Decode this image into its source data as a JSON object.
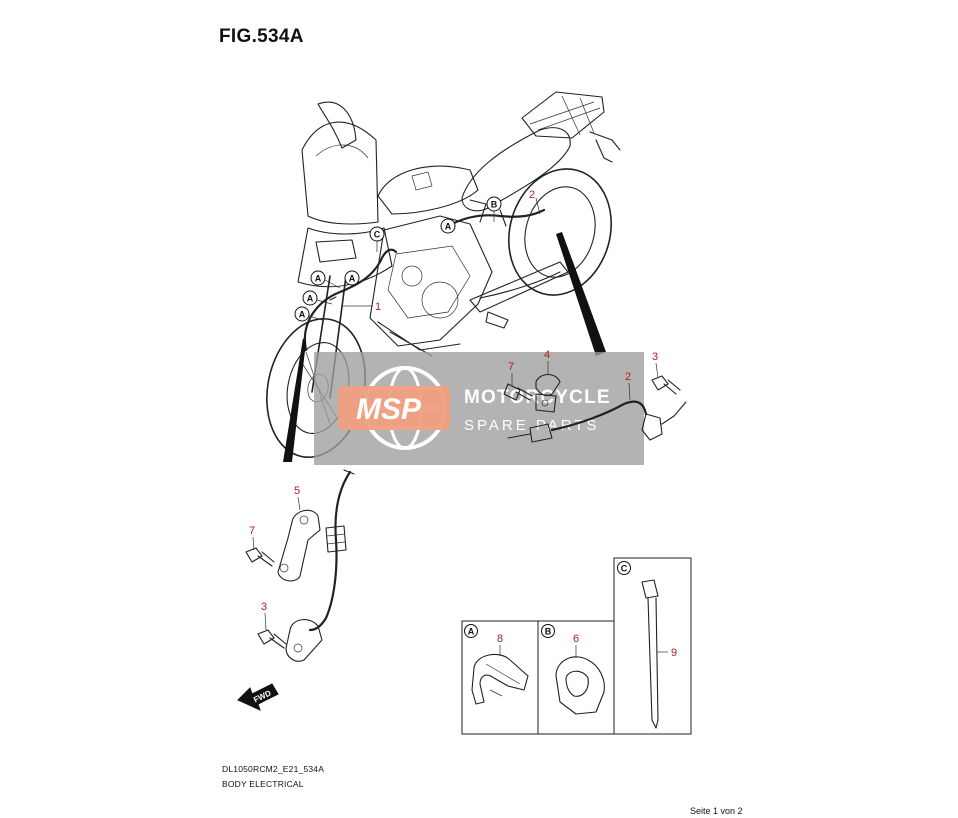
{
  "figure": {
    "title": "FIG.534A",
    "model_code": "DL1050RCM2_E21_534A",
    "section_name": "BODY ELECTRICAL",
    "page_note": "Seite 1 von 2"
  },
  "watermark": {
    "logo_text": "MSP",
    "brand_line": "MOTORCYCLE",
    "sub_line": "SPARE PARTS"
  },
  "callouts": {
    "p1": "1",
    "p2_top": "2",
    "p2": "2",
    "p3_right": "3",
    "p3_left": "3",
    "p4": "4",
    "p5": "5",
    "p6": "6",
    "p7_right": "7",
    "p7_left": "7",
    "p8": "8",
    "p9": "9"
  },
  "ref_letters": {
    "a": "A",
    "b": "B",
    "c": "C"
  },
  "fwd_label": "FWD",
  "colors": {
    "callout": "#b01e1e",
    "line": "#222222",
    "watermark_band": "#9e9e9e",
    "watermark_logo": "#f0a080"
  }
}
